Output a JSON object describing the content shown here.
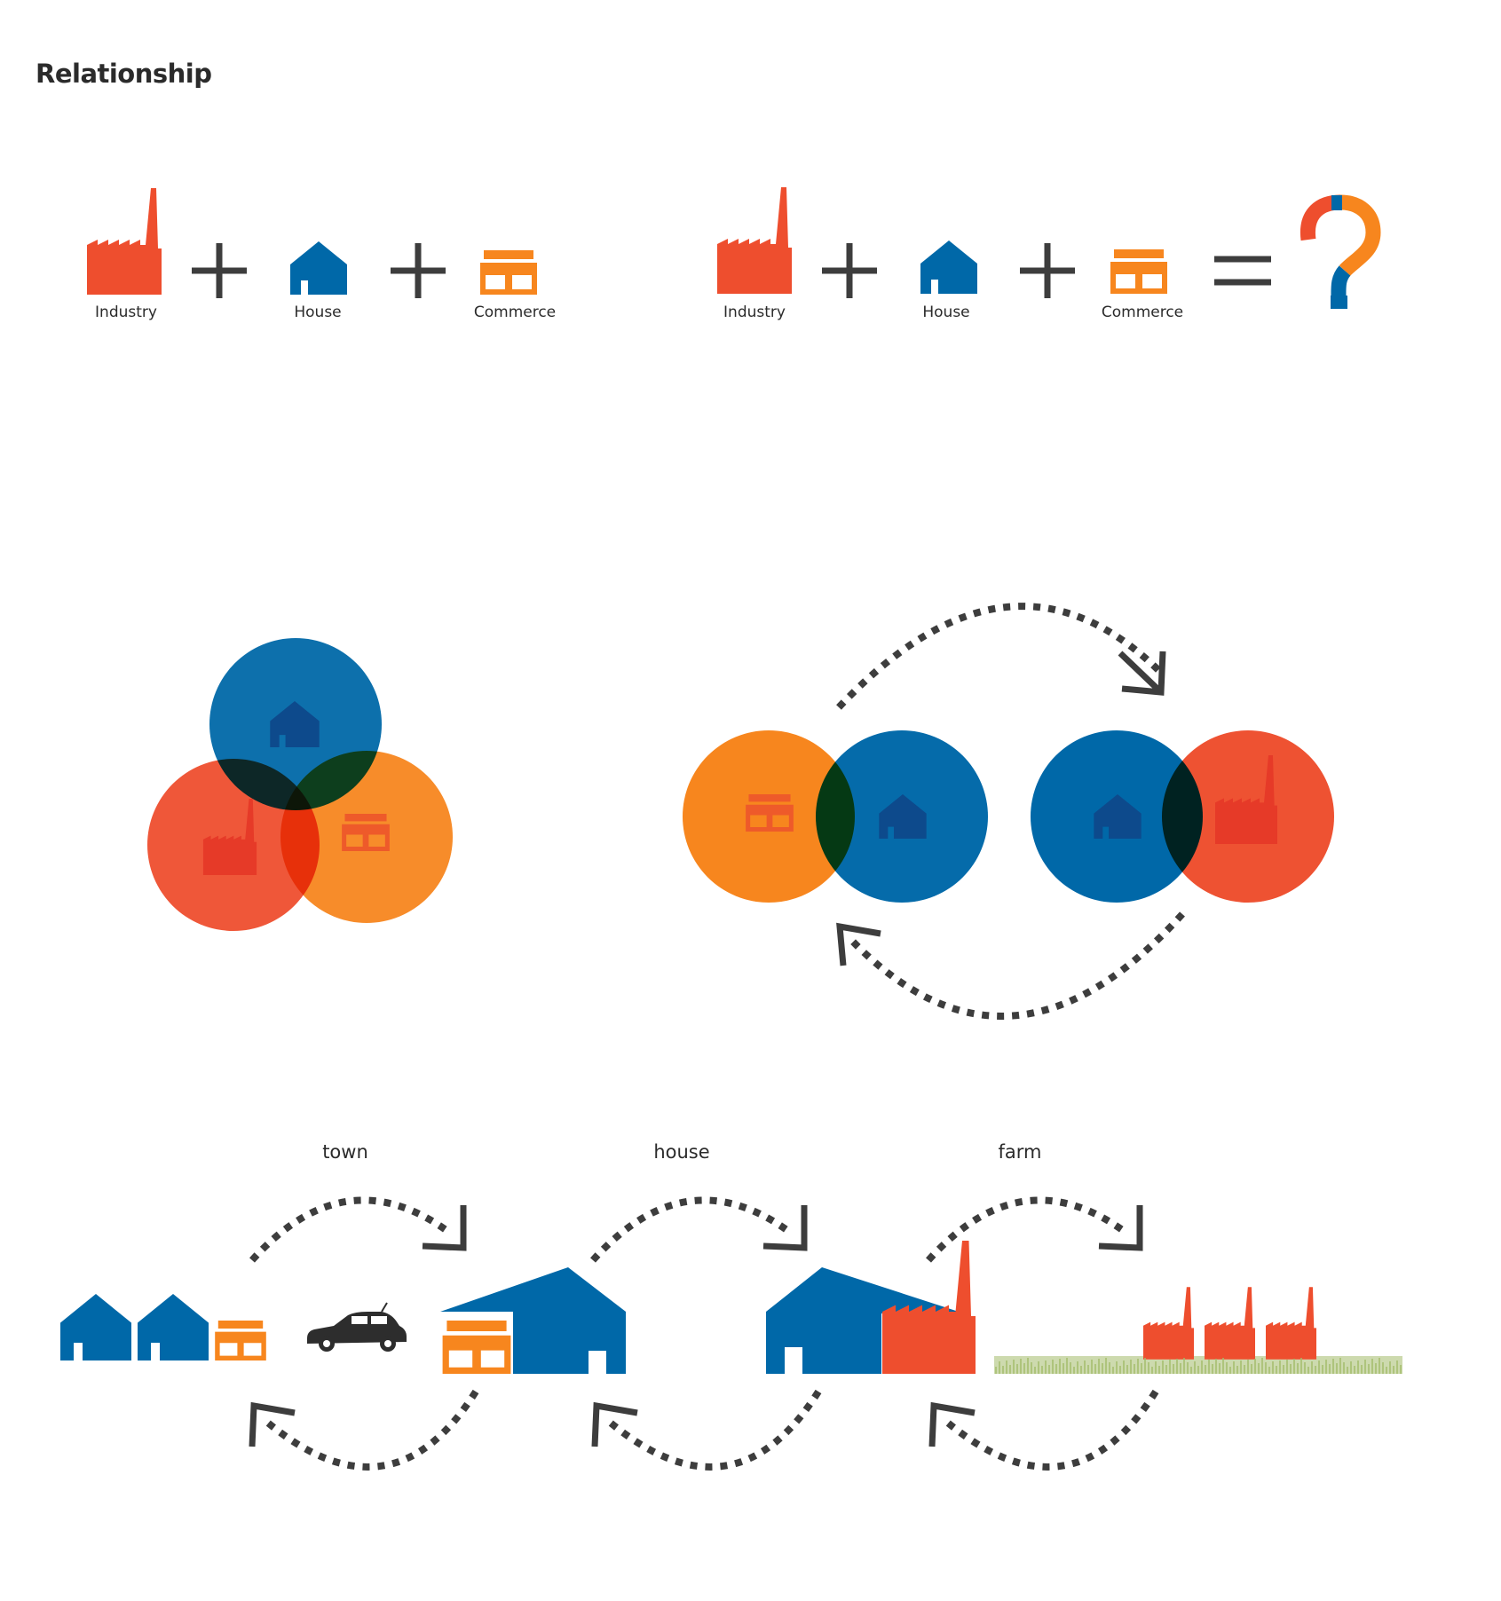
{
  "title": "Relationship",
  "colors": {
    "industry": "#ee4e2e",
    "house": "#0068a8",
    "commerce": "#f7861e",
    "dark": "#3d3d3d",
    "grass": "#a4bc6c"
  },
  "equation_left": {
    "industry_label": "Industry",
    "house_label": "House",
    "commerce_label": "Commerce",
    "operator": "+"
  },
  "equation_right": {
    "industry_label": "Industry",
    "house_label": "House",
    "commerce_label": "Commerce",
    "operator": "+",
    "equals": "=",
    "result": "?"
  },
  "venn": {
    "circles": [
      "house",
      "industry",
      "commerce"
    ]
  },
  "cycle": {
    "pairs": [
      [
        "commerce",
        "house"
      ],
      [
        "house",
        "industry"
      ]
    ]
  },
  "bottom": {
    "labels": [
      "town",
      "house",
      "farm"
    ],
    "icons": [
      "house-icon",
      "house-icon",
      "commerce-icon",
      "car-icon",
      "barn-icon",
      "factory-icon"
    ]
  }
}
